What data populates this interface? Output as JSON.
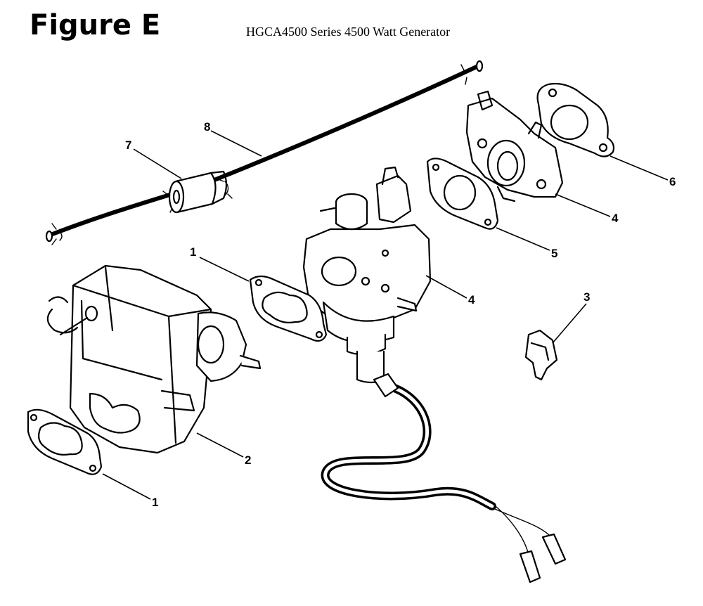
{
  "figure_label": "Figure E",
  "title": "HGCA4500 Series 4500 Watt Generator",
  "callouts": {
    "c1a": "1",
    "c1b": "1",
    "c2": "2",
    "c3": "3",
    "c4a": "4",
    "c4b": "4",
    "c5": "5",
    "c6": "6",
    "c7": "7",
    "c8": "8"
  },
  "colors": {
    "line": "#000000",
    "background": "#ffffff"
  }
}
